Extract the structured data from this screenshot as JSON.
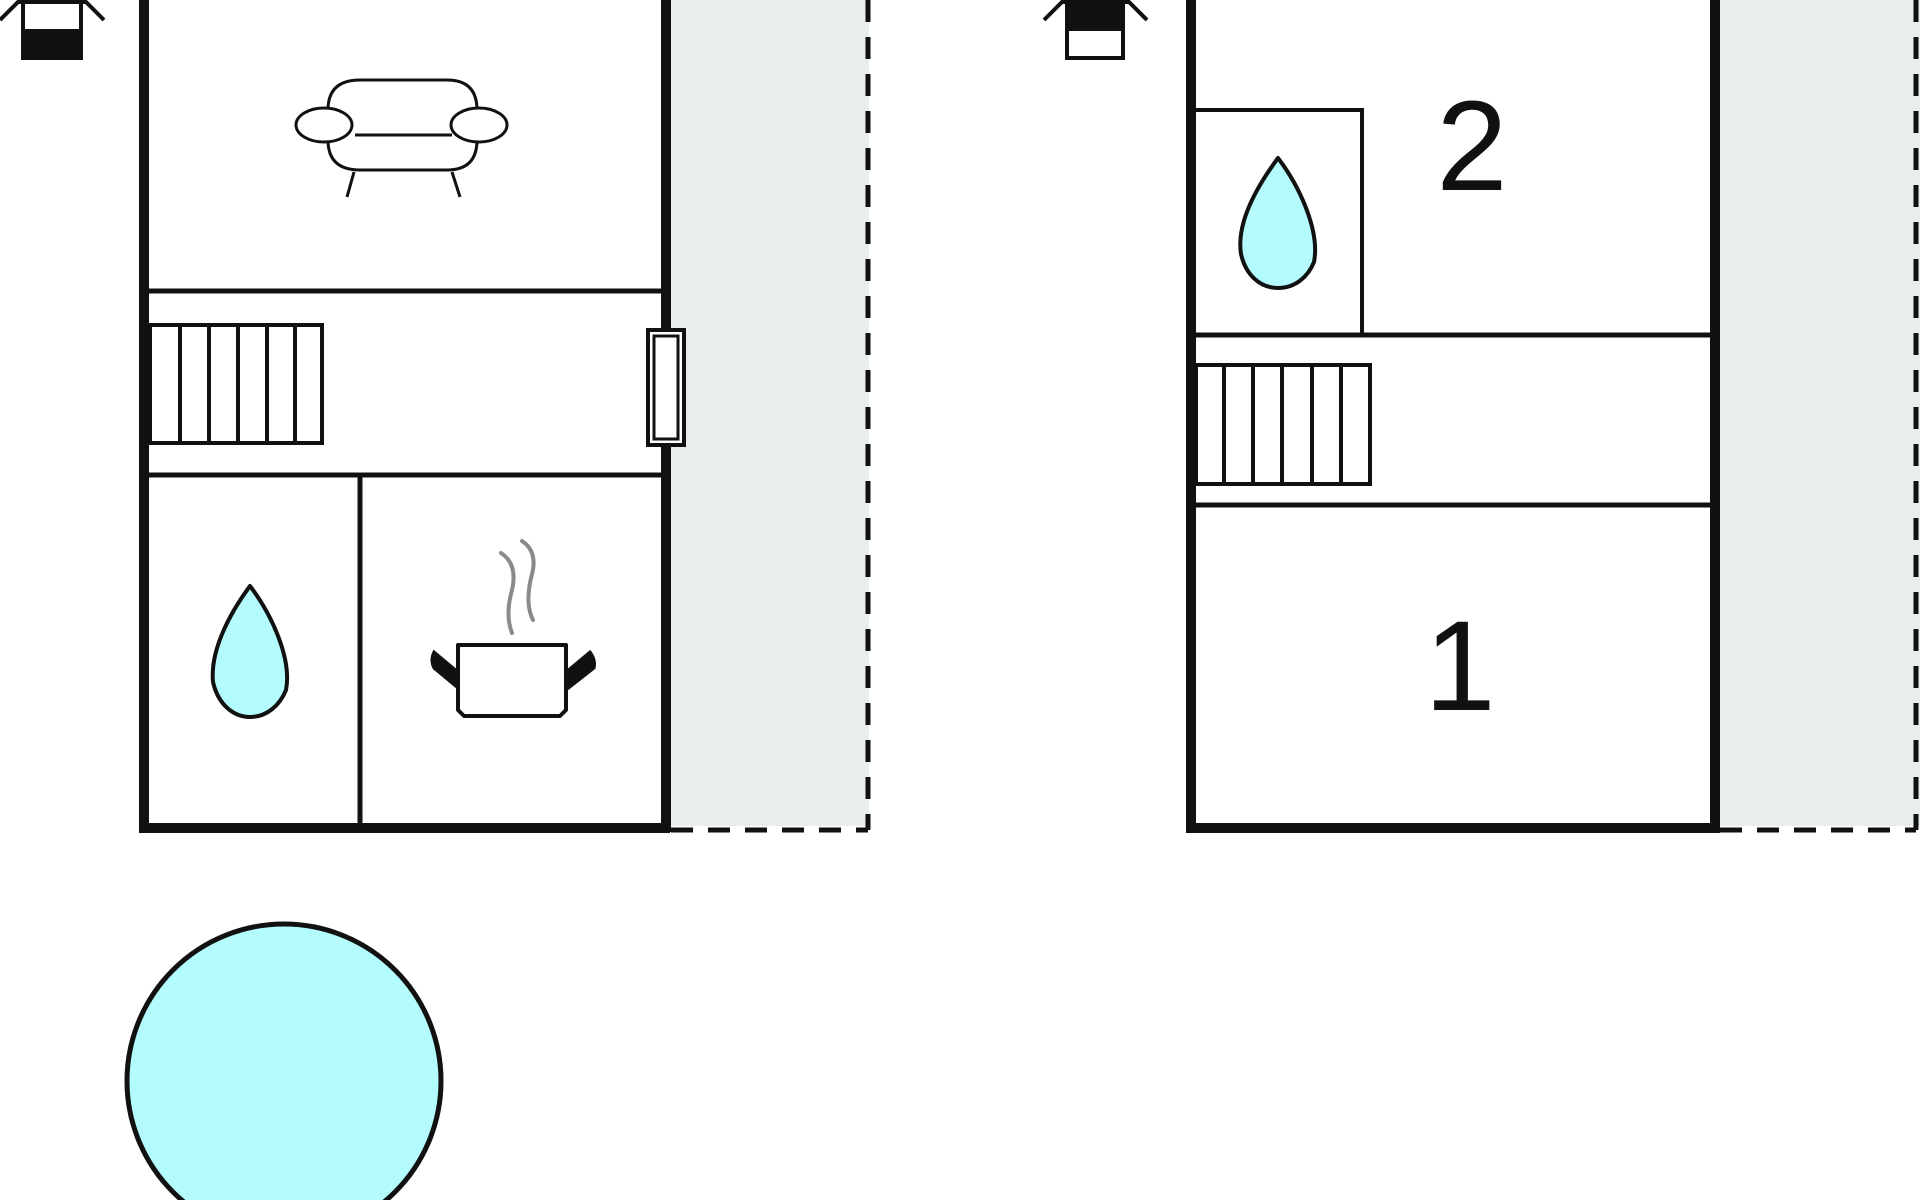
{
  "floors": [
    {
      "id": "ground-floor",
      "level_icon": "floor-level-ground-icon",
      "rooms": [
        {
          "name": "living-room",
          "icon": "sofa-icon"
        },
        {
          "name": "staircase-hall",
          "icon": "stairs-icon"
        },
        {
          "name": "bathroom",
          "icon": "water-drop-icon"
        },
        {
          "name": "kitchen",
          "icon": "cooking-pot-icon"
        }
      ],
      "exterior": [
        {
          "name": "terrace",
          "icon": "terrace-area"
        },
        {
          "name": "door",
          "icon": "door-icon"
        }
      ]
    },
    {
      "id": "upper-floor",
      "level_icon": "floor-level-upper-icon",
      "rooms": [
        {
          "name": "bedroom-2",
          "label": "2"
        },
        {
          "name": "bathroom-upper",
          "icon": "water-drop-icon"
        },
        {
          "name": "staircase-landing",
          "icon": "stairs-icon"
        },
        {
          "name": "bedroom-1",
          "label": "1"
        }
      ],
      "exterior": [
        {
          "name": "balcony",
          "icon": "balcony-area"
        }
      ]
    }
  ],
  "outdoor": {
    "pool": {
      "icon": "pool-icon"
    }
  },
  "colors": {
    "wall": "#111111",
    "water": "#b3fbfd",
    "terrace": "#e8eeee",
    "steam": "#8a8a8a"
  }
}
